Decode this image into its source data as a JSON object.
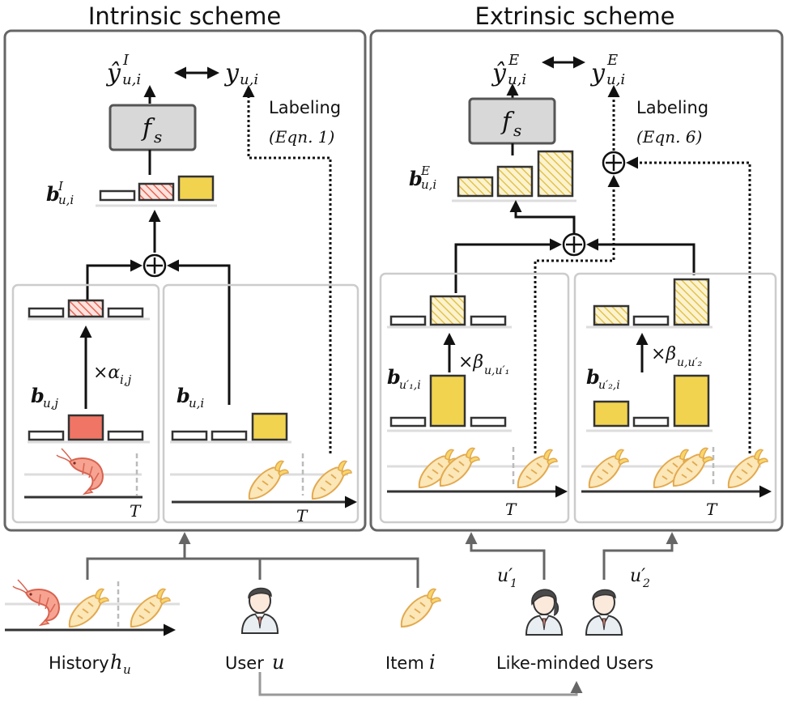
{
  "titles": {
    "intrinsic": "Intrinsic scheme",
    "extrinsic": "Extrinsic scheme"
  },
  "intrinsic": {
    "pred": "ŷ",
    "pred_sup": "I",
    "pred_sub": "u,i",
    "target": "y",
    "target_sub": "u,i",
    "fs": "f",
    "fs_sub": "s",
    "labeling": "Labeling",
    "eqn": "(Eqn. 1)",
    "b_ui_I": "b",
    "b_ui_I_sup": "I",
    "b_ui_I_sub": "u,i",
    "times_alpha": "×α",
    "alpha_sub": "i,j",
    "b_uj": "b",
    "b_uj_sub": "u,j",
    "b_ui": "b",
    "b_ui_sub": "u,i",
    "T1": "T",
    "T2": "T"
  },
  "extrinsic": {
    "pred": "ŷ",
    "pred_sup": "E",
    "pred_sub": "u,i",
    "target": "y",
    "target_sup": "E",
    "target_sub": "u,i",
    "fs": "f",
    "fs_sub": "s",
    "labeling": "Labeling",
    "eqn": "(Eqn. 6)",
    "b_ui_E": "b",
    "b_ui_E_sup": "E",
    "b_ui_E_sub": "u,i",
    "times_beta1": "×β",
    "beta1_sub": "u,u′₁",
    "times_beta2": "×β",
    "beta2_sub": "u,u′₂",
    "b_u1": "b",
    "b_u1_sub": "u′₁,i",
    "b_u2": "b",
    "b_u2_sub": "u′₂,i",
    "T1": "T",
    "T2": "T"
  },
  "bottom": {
    "history": "History",
    "history_var": "h",
    "history_sub": "u",
    "user": "User",
    "user_var": "u",
    "item": "Item",
    "item_var": "i",
    "like_minded": "Like-minded Users",
    "u1": "u′",
    "u1_sub": "1",
    "u2": "u′",
    "u2_sub": "2"
  },
  "colors": {
    "yellow": "#f2d350",
    "salmon": "#f07565",
    "gray_box": "#d8d8d8",
    "panel_border": "#666666",
    "sub_border": "#cccccc"
  }
}
